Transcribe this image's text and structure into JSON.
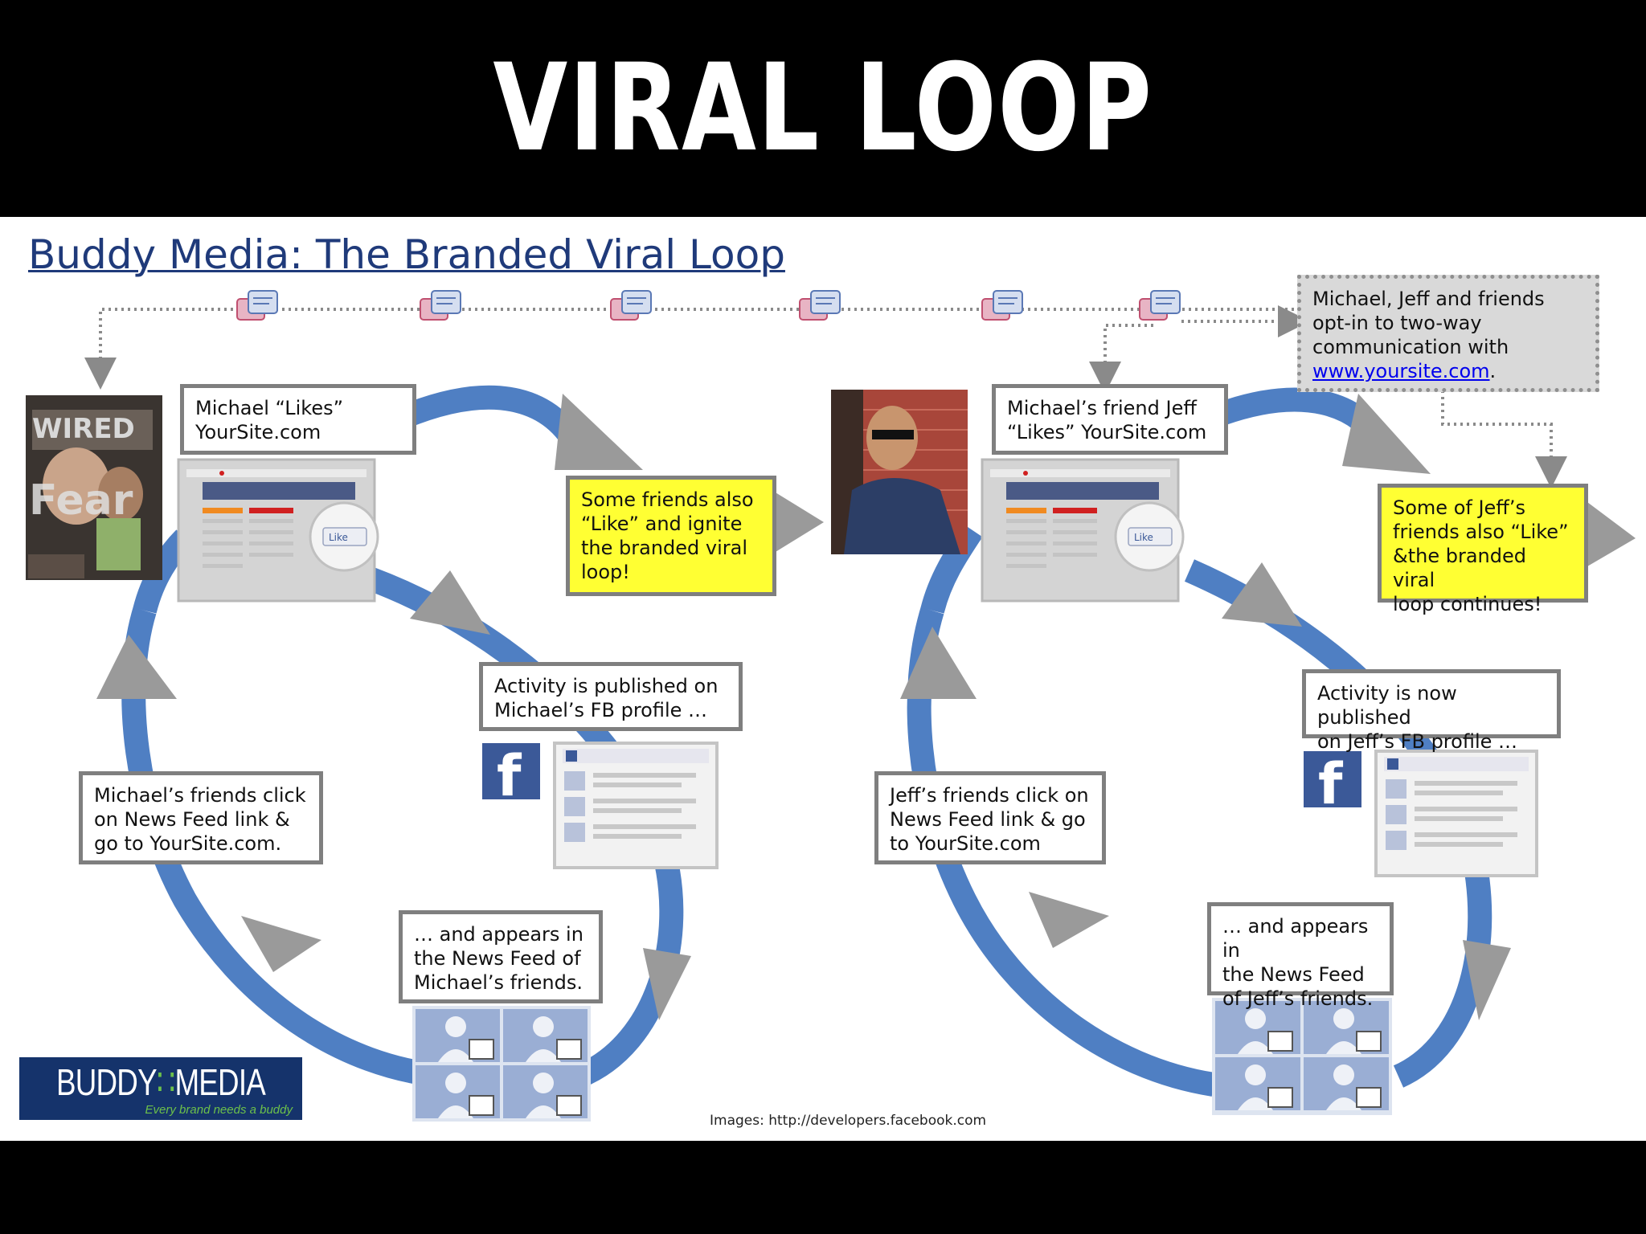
{
  "slide_title": "VIRAL LOOP",
  "diagram_title": "Buddy Media: The Branded Viral Loop",
  "left_loop": {
    "likes_box": [
      "Michael “Likes”",
      "YourSite.com"
    ],
    "ignite_box": [
      "Some friends also",
      "“Like” and ignite",
      "the branded viral",
      "loop!"
    ],
    "published_box": [
      "Activity is published on",
      "Michael’s FB profile …"
    ],
    "newsfeed_box": [
      "… and appears in",
      "the News Feed of",
      "Michael’s friends."
    ],
    "click_box": [
      "Michael’s friends click",
      "on News Feed link &",
      "go to YourSite.com."
    ]
  },
  "right_loop": {
    "likes_box": [
      "Michael’s friend Jeff",
      "“Likes” YourSite.com"
    ],
    "continues_box": [
      "Some of Jeff’s",
      "friends also “Like”",
      "&the branded viral",
      "loop continues!"
    ],
    "published_box": [
      "Activity is now published",
      "on Jeff’s FB profile …"
    ],
    "newsfeed_box": [
      "… and appears in",
      "the News Feed",
      "of Jeff’s friends."
    ],
    "click_box": [
      "Jeff’s friends click on",
      "News Feed link & go",
      "to YourSite.com"
    ]
  },
  "optin_box": {
    "lines": [
      "Michael, Jeff and friends",
      "opt-in to two-way",
      "communication with"
    ],
    "link": "www.yoursite.com",
    "after_link": "."
  },
  "like_button_label": "Like",
  "magazine": {
    "masthead": "WIRED",
    "cover_word": "Fear"
  },
  "credit": "Images: http://developers.facebook.com",
  "logo": {
    "wordmark_left": "BUDDY",
    "wordmark_right": "MEDIA",
    "tagline": "Every brand needs a buddy"
  },
  "colors": {
    "loop_blue": "#4f7fc3",
    "arrow_grey": "#9a9a9a",
    "highlight_yellow": "#ffff33",
    "facebook_blue": "#3b5998",
    "title_navy": "#1f3a7a"
  }
}
